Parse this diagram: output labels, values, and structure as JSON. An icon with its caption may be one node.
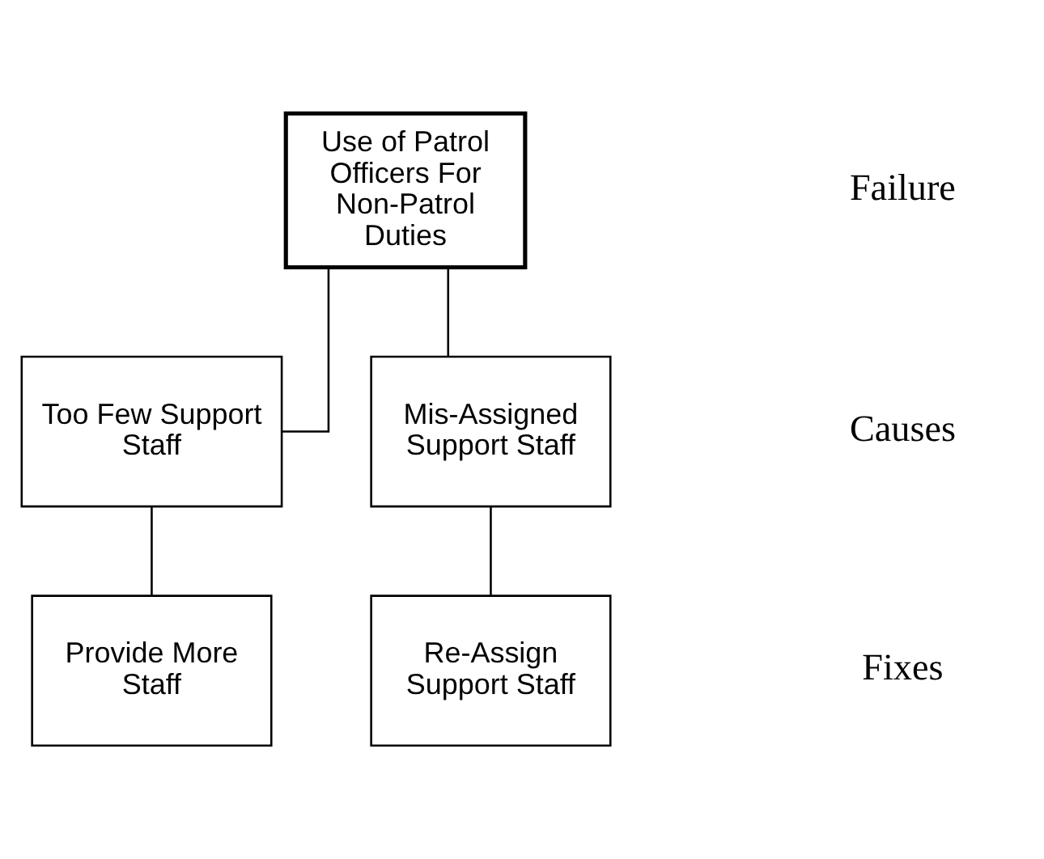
{
  "diagram": {
    "nodes": [
      {
        "text": [
          "Use of Patrol Officers For Non-Patrol Duties"
        ]
      },
      {
        "text": [
          "Too Few Support Staff"
        ]
      },
      {
        "text": [
          "Mis-Assigned Support Staff"
        ]
      },
      {
        "text": [
          "Provide More Staff"
        ]
      },
      {
        "text": [
          "Re-Assign Support Staff"
        ]
      }
    ],
    "edges": [
      {
        "from": 0,
        "to": 1,
        "arrow": "none"
      },
      {
        "from": 0,
        "to": 2,
        "arrow": "none"
      },
      {
        "from": 1,
        "to": 3,
        "arrow": "none"
      },
      {
        "from": 2,
        "to": 4,
        "arrow": "none"
      }
    ],
    "labels": [
      "Failure",
      "Causes",
      "Fixes"
    ]
  }
}
